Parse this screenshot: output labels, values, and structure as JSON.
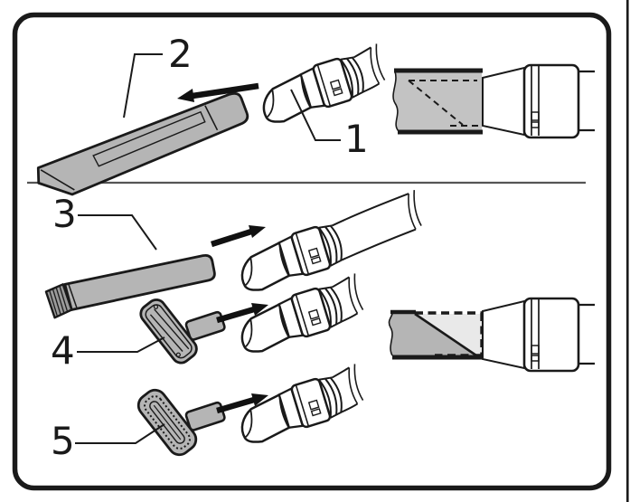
{
  "figure": {
    "kind": "vacuum-attachment-instruction-diagram",
    "callouts": [
      {
        "label": "1",
        "name": "hose-nozzle"
      },
      {
        "label": "2",
        "name": "crevice-tool"
      },
      {
        "label": "3",
        "name": "extension-wand"
      },
      {
        "label": "4",
        "name": "brush-attachment"
      },
      {
        "label": "5",
        "name": "bristle-brush-attachment"
      }
    ],
    "colors": {
      "outline": "#1a1a1a",
      "part_fill": "#b5b5b5",
      "cloth_fill": "#c3c3c3",
      "fold_fill": "#e9e9e9",
      "divider": "#555555",
      "background": "#ffffff"
    }
  }
}
